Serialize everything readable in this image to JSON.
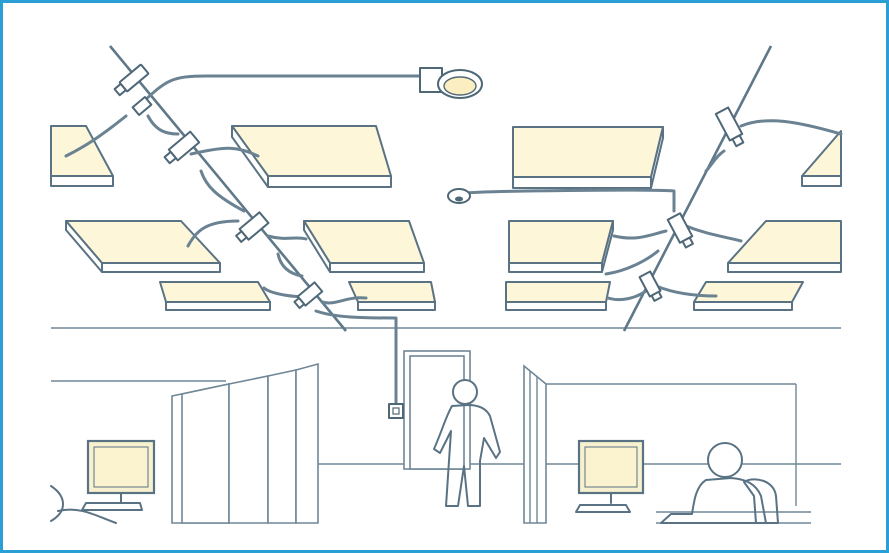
{
  "frame_color": "#2a9fd6",
  "line_color": "#5a7384",
  "light_color": "#fdf6d8",
  "elements": [
    "ceiling-lighting-network",
    "ceiling-mounted-luminaires",
    "downlight",
    "occupancy-sensor",
    "wall-switch",
    "office-workstations",
    "people"
  ]
}
